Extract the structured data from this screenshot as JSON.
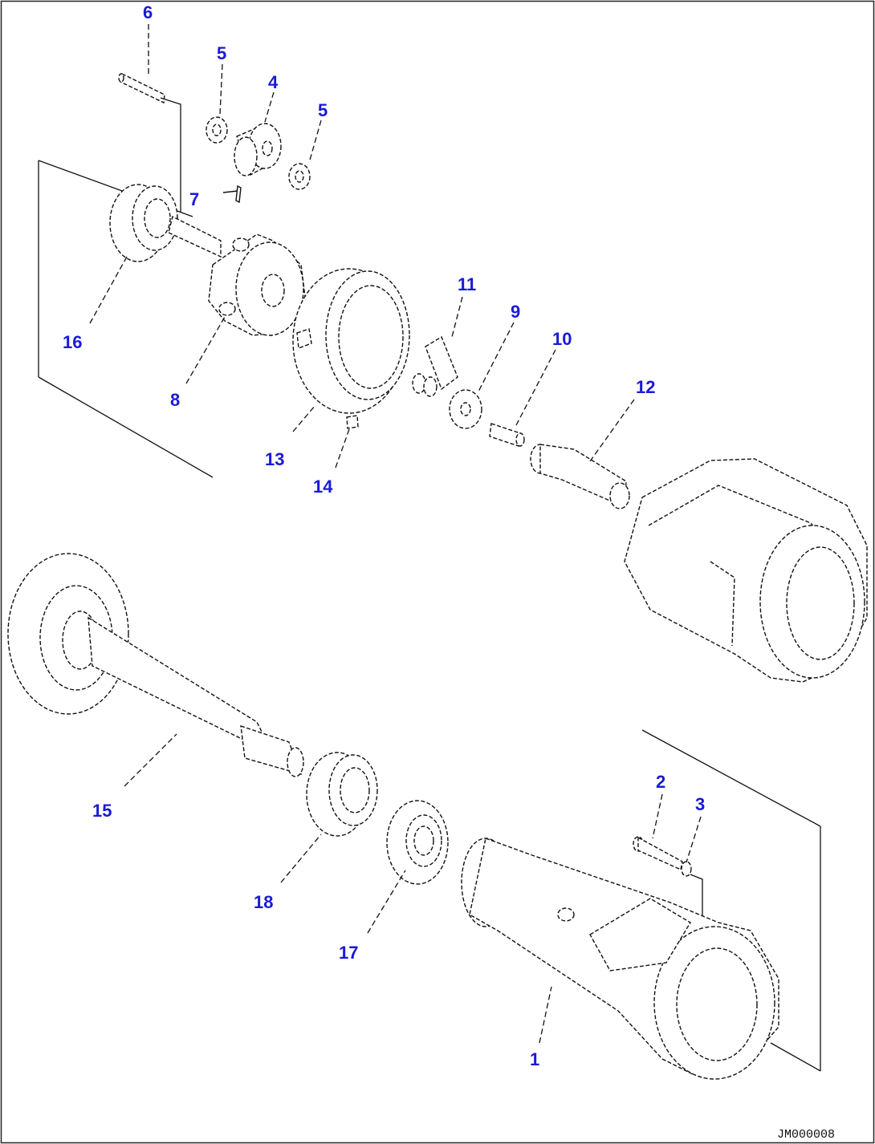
{
  "callouts": {
    "c1": "1",
    "c2": "2",
    "c3": "3",
    "c4": "4",
    "c5a": "5",
    "c5b": "5",
    "c6": "6",
    "c7": "7",
    "c8": "8",
    "c9": "9",
    "c10": "10",
    "c11": "11",
    "c12": "12",
    "c13": "13",
    "c14": "14",
    "c15": "15",
    "c16": "16",
    "c17": "17",
    "c18": "18"
  },
  "drawing_code": "JM000008",
  "colors": {
    "callout": "#1a1ad6",
    "line": "#111111",
    "background": "#ffffff"
  }
}
